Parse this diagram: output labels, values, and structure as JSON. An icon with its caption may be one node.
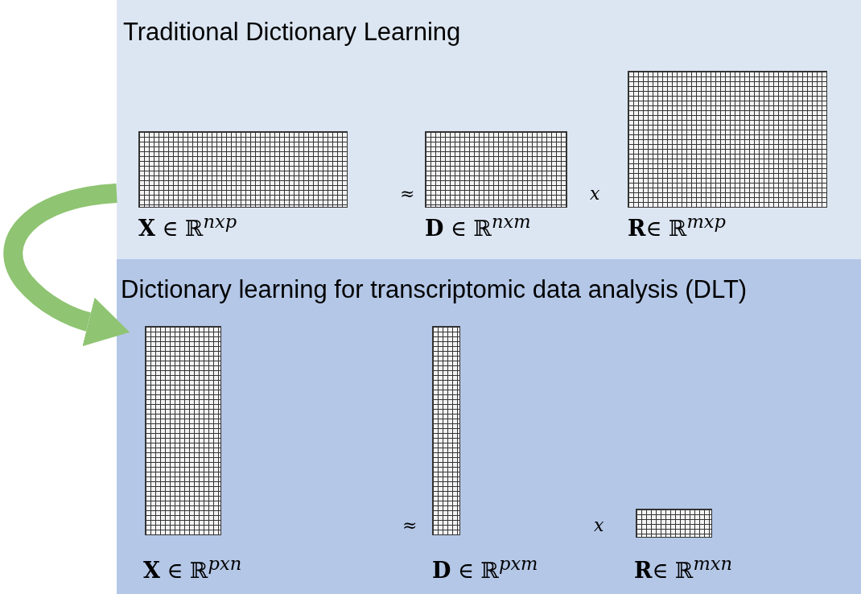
{
  "diagram": {
    "nodes": [
      {
        "text": [
          "Traditional Dictionary Learning"
        ]
      },
      {
        "text": [],
        "shape": "box",
        "in": 0,
        "beside": [
          "**X** ∈ ℝ$^{nxp}$"
        ]
      },
      {
        "text": [],
        "shape": "box",
        "in": 0,
        "beside": [
          "**D** ∈ ℝ$^{nxm}$"
        ]
      },
      {
        "text": [],
        "shape": "box",
        "in": 0,
        "beside": [
          "**R**∈ ℝ$^{mxp}$"
        ]
      },
      {
        "text": [
          "Dictionary learning for transcriptomic data analysis (DLT)"
        ]
      },
      {
        "text": [],
        "shape": "box",
        "in": 4,
        "beside": [
          "**X** ∈ ℝ$^{pxn}$"
        ]
      },
      {
        "text": [],
        "shape": "box",
        "in": 4,
        "beside": [
          "**D** ∈ ℝ$^{pxm}$"
        ]
      },
      {
        "text": [],
        "shape": "box",
        "in": 4,
        "beside": [
          "**R**∈ ℝ$^{mxn}$"
        ]
      }
    ],
    "edges": [
      {
        "from": 0,
        "to": 4,
        "arrow": "to"
      }
    ],
    "labels": [
      "≈",
      "x",
      "≈",
      "x"
    ]
  }
}
